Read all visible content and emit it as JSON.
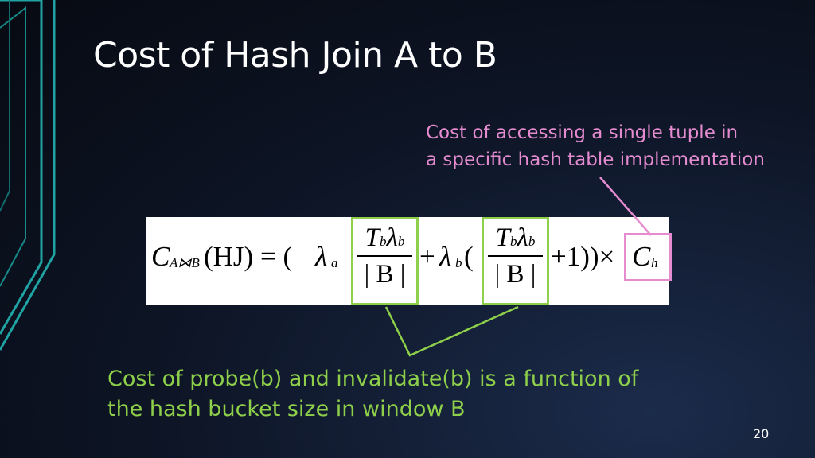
{
  "slide": {
    "title": "Cost of Hash Join A to B",
    "page_number": "20"
  },
  "annotations": {
    "pink_note": {
      "lines": [
        "Cost of accessing a single tuple in",
        "a specific hash table implementation"
      ],
      "color": "#e58bd0"
    },
    "green_note": {
      "lines": [
        "Cost of probe(b) and invalidate(b) is a function of",
        "the hash bucket size in window B"
      ],
      "color": "#8fd04a"
    }
  },
  "formula": {
    "lhs_C": "C",
    "lhs_sub": "A⋈B",
    "lhs_arg": "(HJ) = (",
    "lambda_a": "λ",
    "lambda_a_sub": "a",
    "frac1_num": "T",
    "frac1_num_sub1": "b",
    "frac1_num_lambda": "λ",
    "frac1_num_sub2": "b",
    "frac1_den": "| B |",
    "plus": "+",
    "lambda_b": "λ",
    "lambda_b_sub": "b",
    "open_paren": "(",
    "frac2_num": "T",
    "frac2_num_sub1": "b",
    "frac2_num_lambda": "λ",
    "frac2_num_sub2": "b",
    "frac2_den": "| B |",
    "tail": "+1))×",
    "ch": "C",
    "ch_sub": "h"
  },
  "colors": {
    "background": "#0d1424",
    "accent_teal": "#1fa3a3",
    "highlight_green": "#8fd04a",
    "highlight_pink": "#e58bd0"
  }
}
